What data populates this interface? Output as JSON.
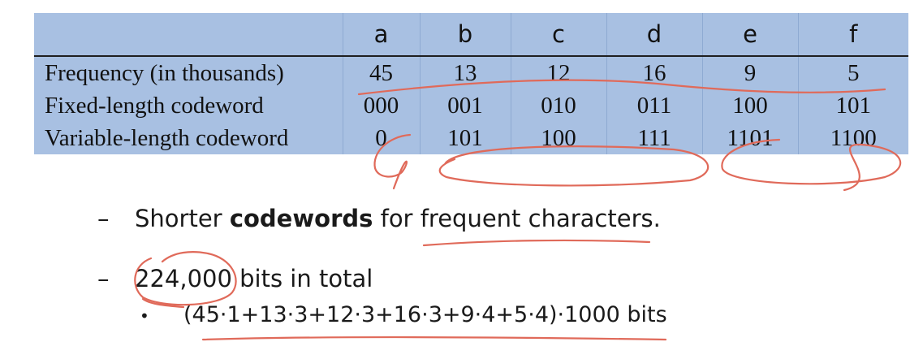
{
  "table": {
    "columns": [
      "a",
      "b",
      "c",
      "d",
      "e",
      "f"
    ],
    "rows": [
      {
        "label": "Frequency (in thousands)",
        "values": [
          "45",
          "13",
          "12",
          "16",
          "9",
          "5"
        ]
      },
      {
        "label": "Fixed-length codeword",
        "values": [
          "000",
          "001",
          "010",
          "011",
          "100",
          "101"
        ]
      },
      {
        "label": "Variable-length codeword",
        "values": [
          "0",
          "101",
          "100",
          "111",
          "1101",
          "1100"
        ]
      }
    ]
  },
  "bullets": {
    "b1_dash": "–",
    "b1_pre": "Shorter ",
    "b1_bold": "codewords",
    "b1_post": " for frequent characters.",
    "b2_dash": "–",
    "b2_text": "224,000 bits in total",
    "sub_dot": "•",
    "sub_text": "(45·1+13·3+12·3+16·3+9·4+5·4)·1000 bits"
  },
  "colors": {
    "table_background": "#a8c0e2",
    "annotation_ink": "#e06a5a"
  }
}
